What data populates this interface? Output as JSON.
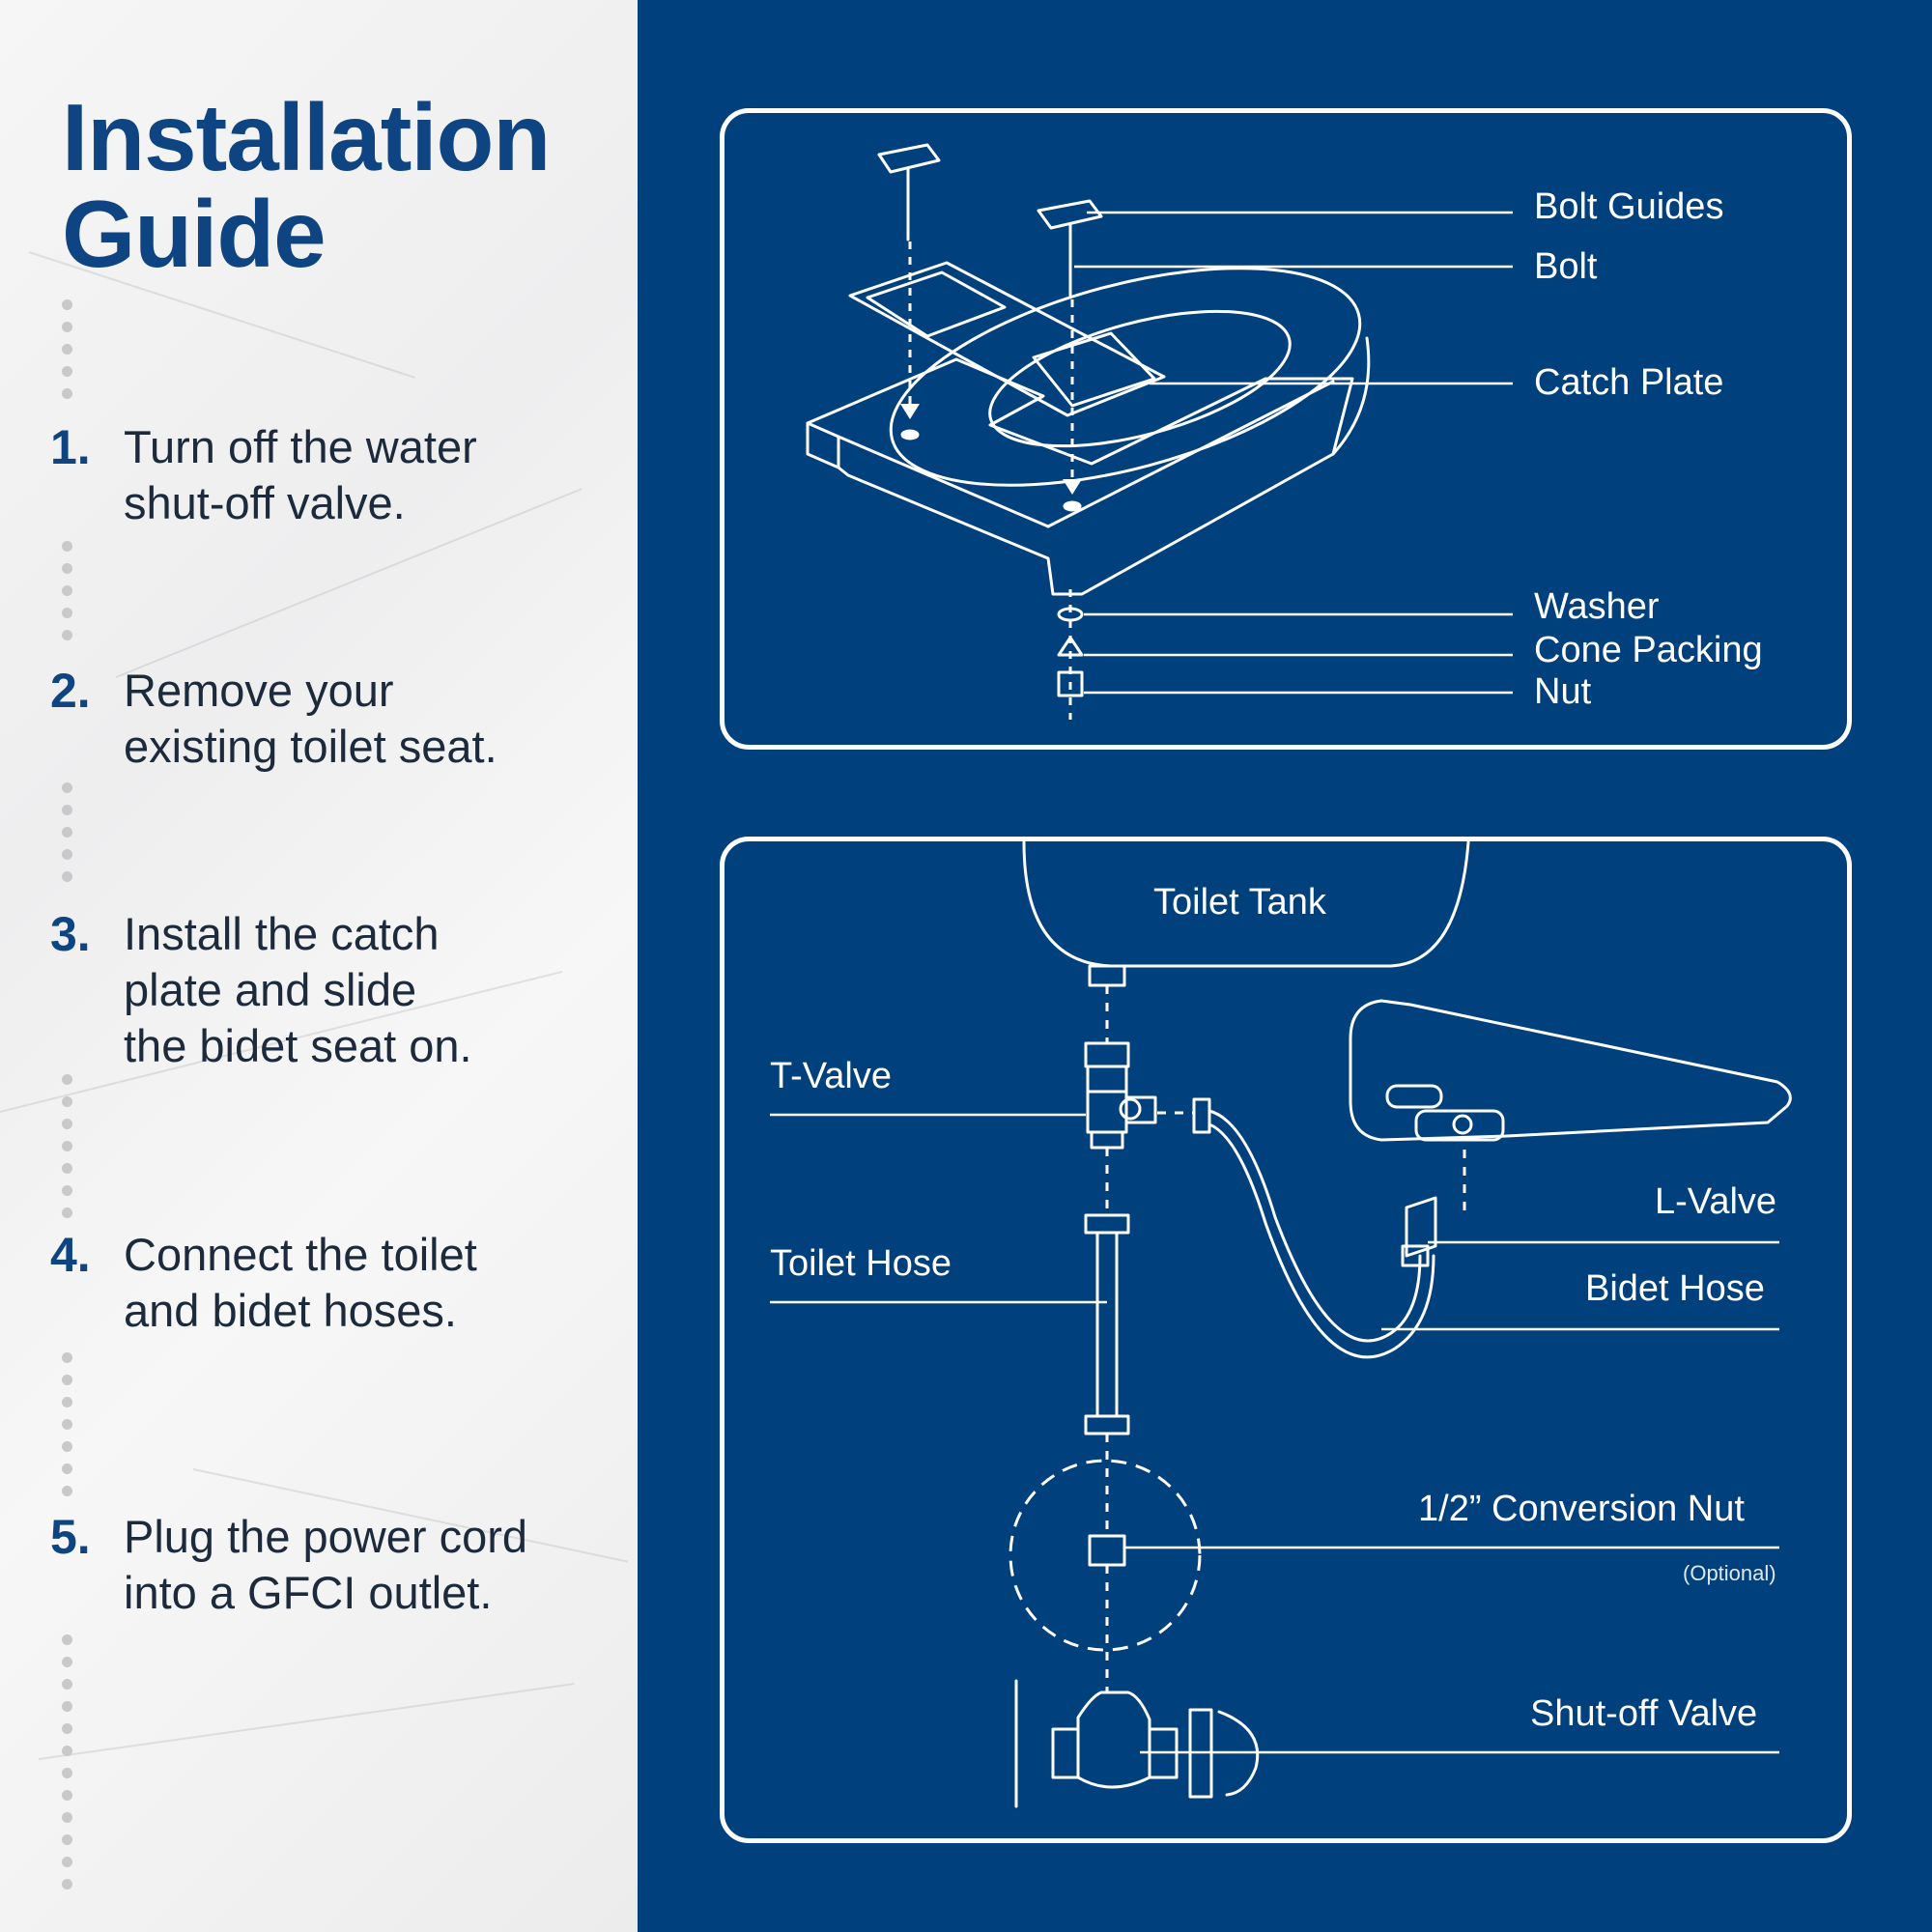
{
  "guide": {
    "title_line1": "Installation",
    "title_line2": "Guide",
    "steps": [
      {
        "num": "1.",
        "text": "Turn off the water\nshut-off valve."
      },
      {
        "num": "2.",
        "text": "Remove your\nexisting toilet seat."
      },
      {
        "num": "3.",
        "text": "Install the catch\nplate and slide\nthe bidet seat on."
      },
      {
        "num": "4.",
        "text": "Connect the toilet\nand bidet hoses."
      },
      {
        "num": "5.",
        "text": "Plug the power cord\ninto a GFCI outlet."
      }
    ]
  },
  "seat_diagram": {
    "labels": {
      "bolt_guides": "Bolt Guides",
      "bolt": "Bolt",
      "catch_plate": "Catch Plate",
      "washer": "Washer",
      "cone_packing": "Cone Packing",
      "nut": "Nut"
    }
  },
  "plumbing_diagram": {
    "labels": {
      "toilet_tank": "Toilet Tank",
      "t_valve": "T-Valve",
      "toilet_hose": "Toilet Hose",
      "l_valve": "L-Valve",
      "bidet_hose": "Bidet Hose",
      "conversion_nut": "1/2” Conversion Nut",
      "optional": "(Optional)",
      "shutoff_valve": "Shut-off Valve"
    }
  },
  "colors": {
    "brand_blue": "#0f4482",
    "panel_blue": "#00417d",
    "line_white": "#ffffff"
  }
}
